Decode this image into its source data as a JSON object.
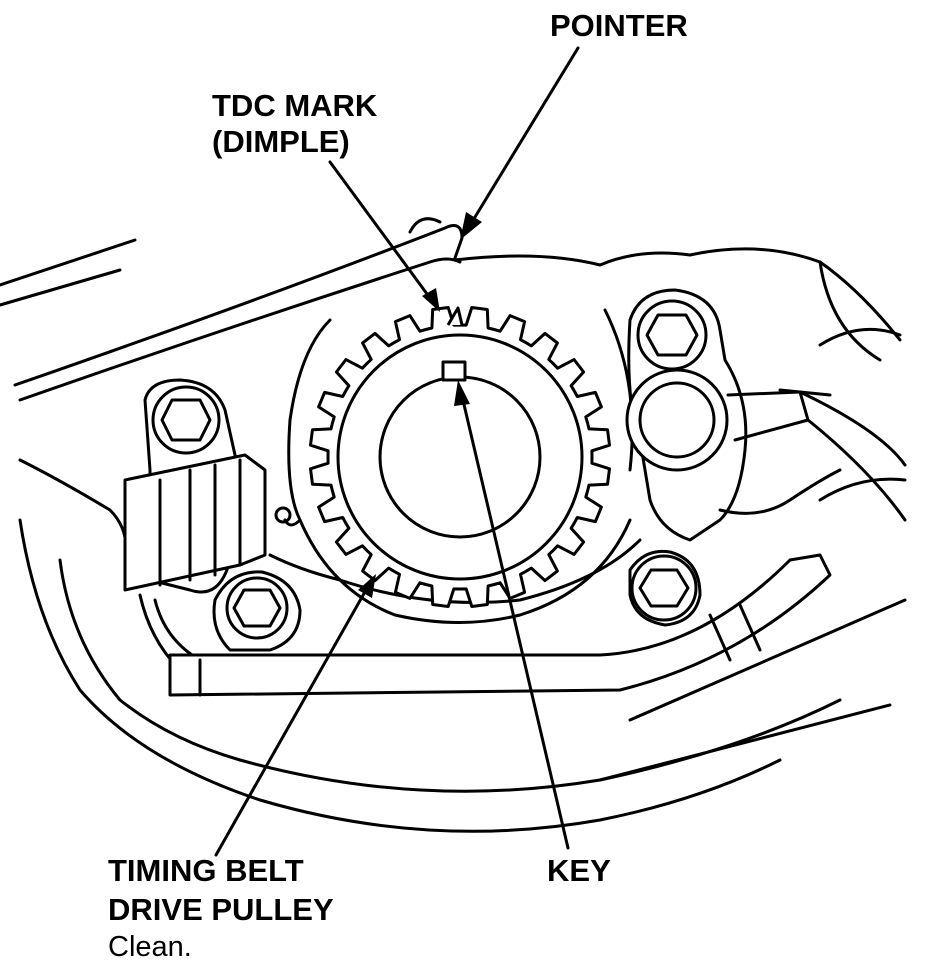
{
  "labels": {
    "pointer": "POINTER",
    "tdc_mark_line1": "TDC MARK",
    "tdc_mark_line2": "(DIMPLE)",
    "pulley_line1": "TIMING BELT",
    "pulley_line2": "DRIVE PULLEY",
    "pulley_note": "Clean.",
    "key": "KEY"
  }
}
